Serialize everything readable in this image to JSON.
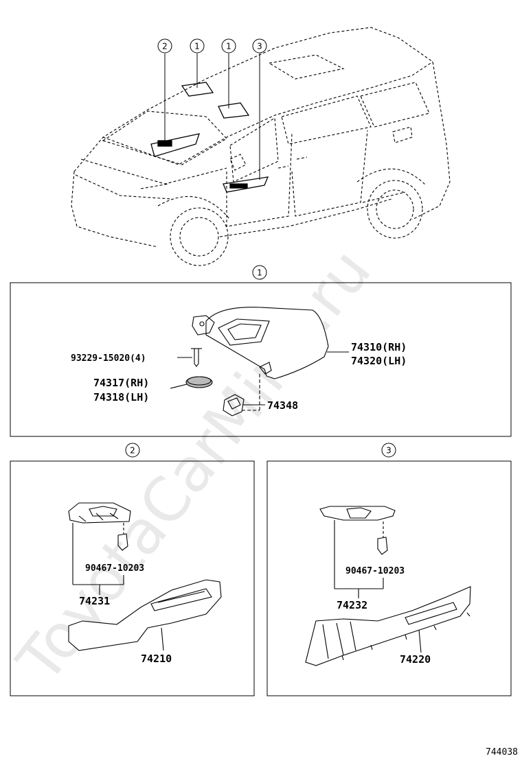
{
  "watermark": "ToyotaCarMine.ru",
  "callouts": {
    "car_1a": "1",
    "car_1b": "1",
    "car_2": "2",
    "car_3": "3",
    "panel1": "1",
    "panel2": "2",
    "panel3": "3"
  },
  "panel1": {
    "screw": "93229-15020(4)",
    "cover_rh": "74317(RH)",
    "cover_lh": "74318(LH)",
    "visor_rh": "74310(RH)",
    "visor_lh": "74320(LH)",
    "holder": "74348"
  },
  "panel2": {
    "clip": "90467-10203",
    "base": "74231",
    "armrest": "74210"
  },
  "panel3": {
    "clip": "90467-10203",
    "base": "74232",
    "armrest": "74220"
  },
  "diagram_code": "744038"
}
